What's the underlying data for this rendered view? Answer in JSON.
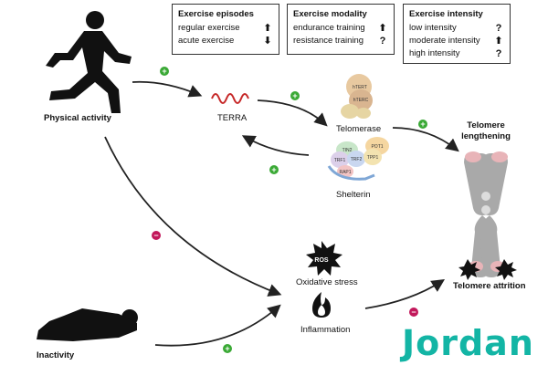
{
  "physical_activity": "Physical activity",
  "inactivity": "Inactivity",
  "terra": "TERRA",
  "telomerase": "Telomerase",
  "shelterin": "Shelterin",
  "telomere_lengthening": "Telomere lengthening",
  "telomere_attrition": "Telomere attrition",
  "oxidative_stress": "Oxidative stress",
  "inflammation": "Inflammation",
  "ros": "ROS",
  "brand": "Jordan",
  "telomerase_parts": [
    "hTERT",
    "hTERC"
  ],
  "shelterin_parts": [
    "TIN2",
    "POT1",
    "TRF1",
    "TRF2",
    "TPP1",
    "RAP1"
  ],
  "exercise_episodes": {
    "title": "Exercise episodes",
    "rows": [
      {
        "label": "regular exercise",
        "symbol": "⬆"
      },
      {
        "label": "acute exercise",
        "symbol": "⬇"
      }
    ]
  },
  "exercise_modality": {
    "title": "Exercise modality",
    "rows": [
      {
        "label": "endurance training",
        "symbol": "⬆"
      },
      {
        "label": "resistance training",
        "symbol": "?"
      }
    ]
  },
  "exercise_intensity": {
    "title": "Exercise intensity",
    "rows": [
      {
        "label": "low intensity",
        "symbol": "?"
      },
      {
        "label": "moderate intensity",
        "symbol": "⬆"
      },
      {
        "label": "high intensity",
        "symbol": "?"
      }
    ]
  },
  "signs": {
    "plus": "+",
    "minus": "−"
  },
  "colors": {
    "plus": "#3aa935",
    "minus": "#c2185b",
    "chromosome": "#a9a9a9",
    "telomere": "#e8b4b8",
    "brand": "#13b5a5"
  }
}
